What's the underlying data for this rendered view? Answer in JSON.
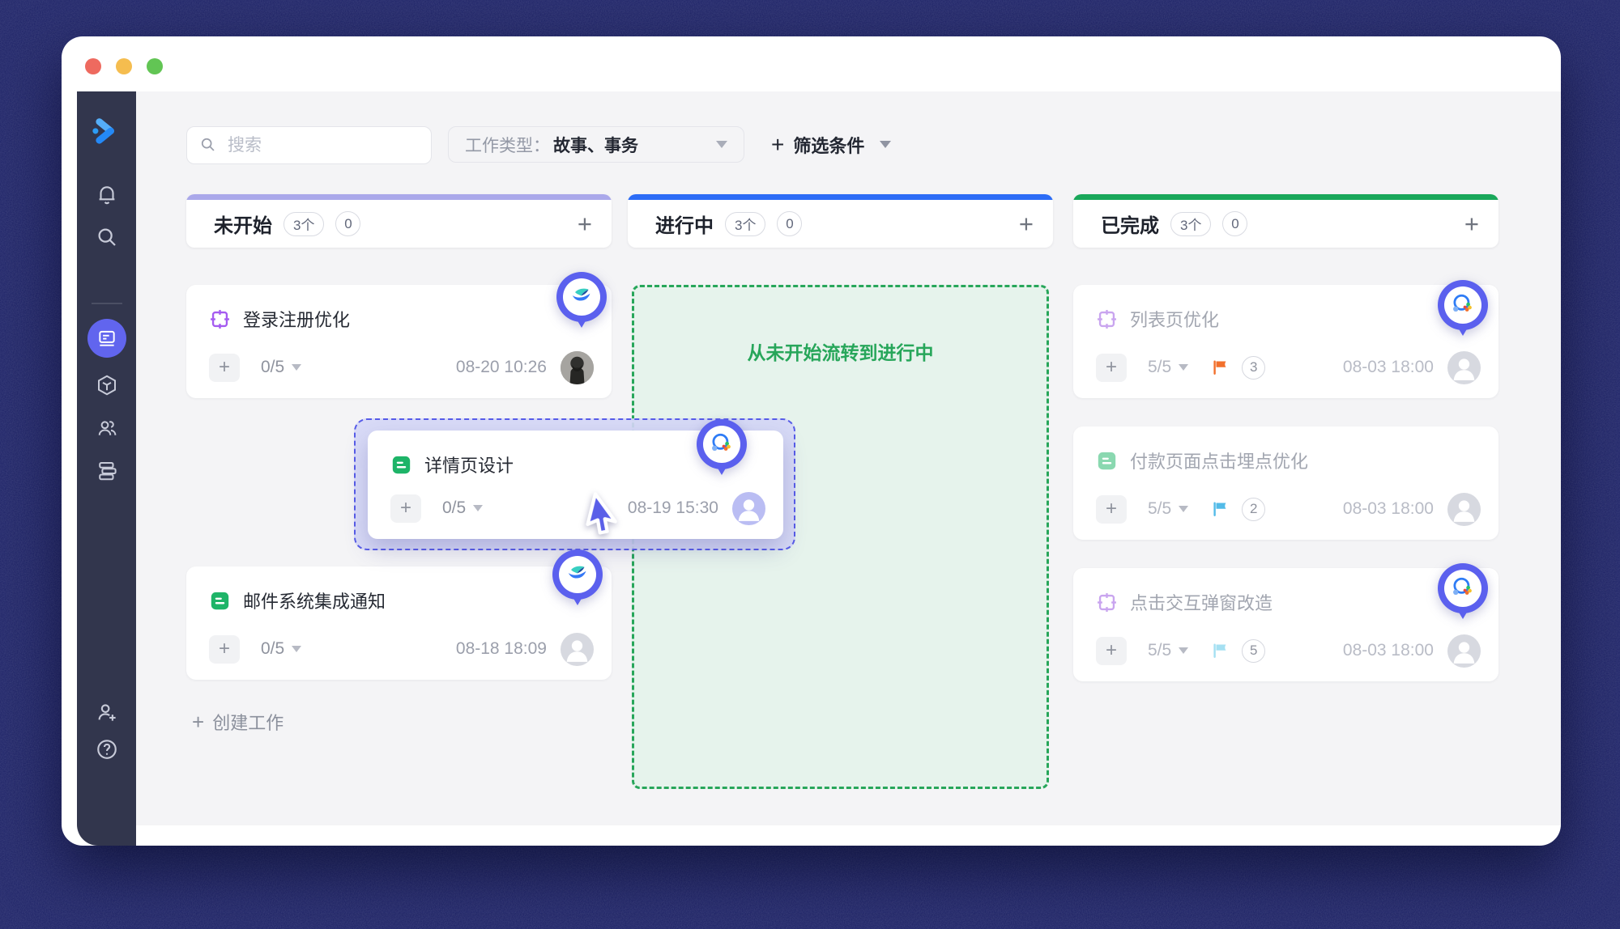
{
  "window": {
    "controls": [
      {
        "name": "close",
        "color": "#ee6a5f"
      },
      {
        "name": "minimize",
        "color": "#f5bd4f"
      },
      {
        "name": "maximize",
        "color": "#62c554"
      }
    ]
  },
  "sidebar": {
    "icons": [
      "logo",
      "bell",
      "search",
      "board-active",
      "box",
      "team",
      "stack",
      "invite-member",
      "help"
    ]
  },
  "toolbar": {
    "search_placeholder": "搜索",
    "work_type_label": "工作类型：",
    "work_type_value": "故事、事务",
    "filter_plus": "+",
    "filter_label": "筛选条件"
  },
  "labels": {
    "plus": "+"
  },
  "board": {
    "columns": [
      {
        "title": "未开始",
        "count": "3个",
        "secondary_count": "0",
        "accent": "#aaa8ea",
        "add_label": "+"
      },
      {
        "title": "进行中",
        "count": "3个",
        "secondary_count": "0",
        "accent": "#2c6cf6",
        "add_label": "+",
        "dropzone_text": "从未开始流转到进行中"
      },
      {
        "title": "已完成",
        "count": "3个",
        "secondary_count": "0",
        "accent": "#19a75a",
        "add_label": "+"
      }
    ],
    "create_work": "创建工作",
    "cards": [
      {
        "title": "登录注册优化",
        "type": "story",
        "progress": "0/5",
        "datetime": "08-20 10:26",
        "pin": "lark",
        "avatar": "photo"
      },
      {
        "title": "详情页设计",
        "type": "task",
        "progress": "0/5",
        "datetime": "08-19 15:30",
        "pin": "wecom",
        "state": "dragging",
        "avatar": "placeholder"
      },
      {
        "title": "邮件系统集成通知",
        "type": "task",
        "progress": "0/5",
        "datetime": "08-18 18:09",
        "pin": "lark",
        "avatar": "placeholder"
      },
      {
        "title": "列表页优化",
        "type": "story",
        "progress": "5/5",
        "flag_color": "#f2702c",
        "flag_count": "3",
        "datetime": "08-03 18:00",
        "pin": "wecom",
        "avatar": "placeholder"
      },
      {
        "title": "付款页面点击埋点优化",
        "type": "task",
        "progress": "5/5",
        "flag_color": "#53bbe8",
        "flag_count": "2",
        "datetime": "08-03 18:00",
        "avatar": "placeholder"
      },
      {
        "title": "点击交互弹窗改造",
        "type": "story",
        "progress": "5/5",
        "flag_color": "#a5e0f2",
        "flag_count": "5",
        "datetime": "08-03 18:00",
        "pin": "wecom",
        "avatar": "placeholder"
      }
    ]
  }
}
